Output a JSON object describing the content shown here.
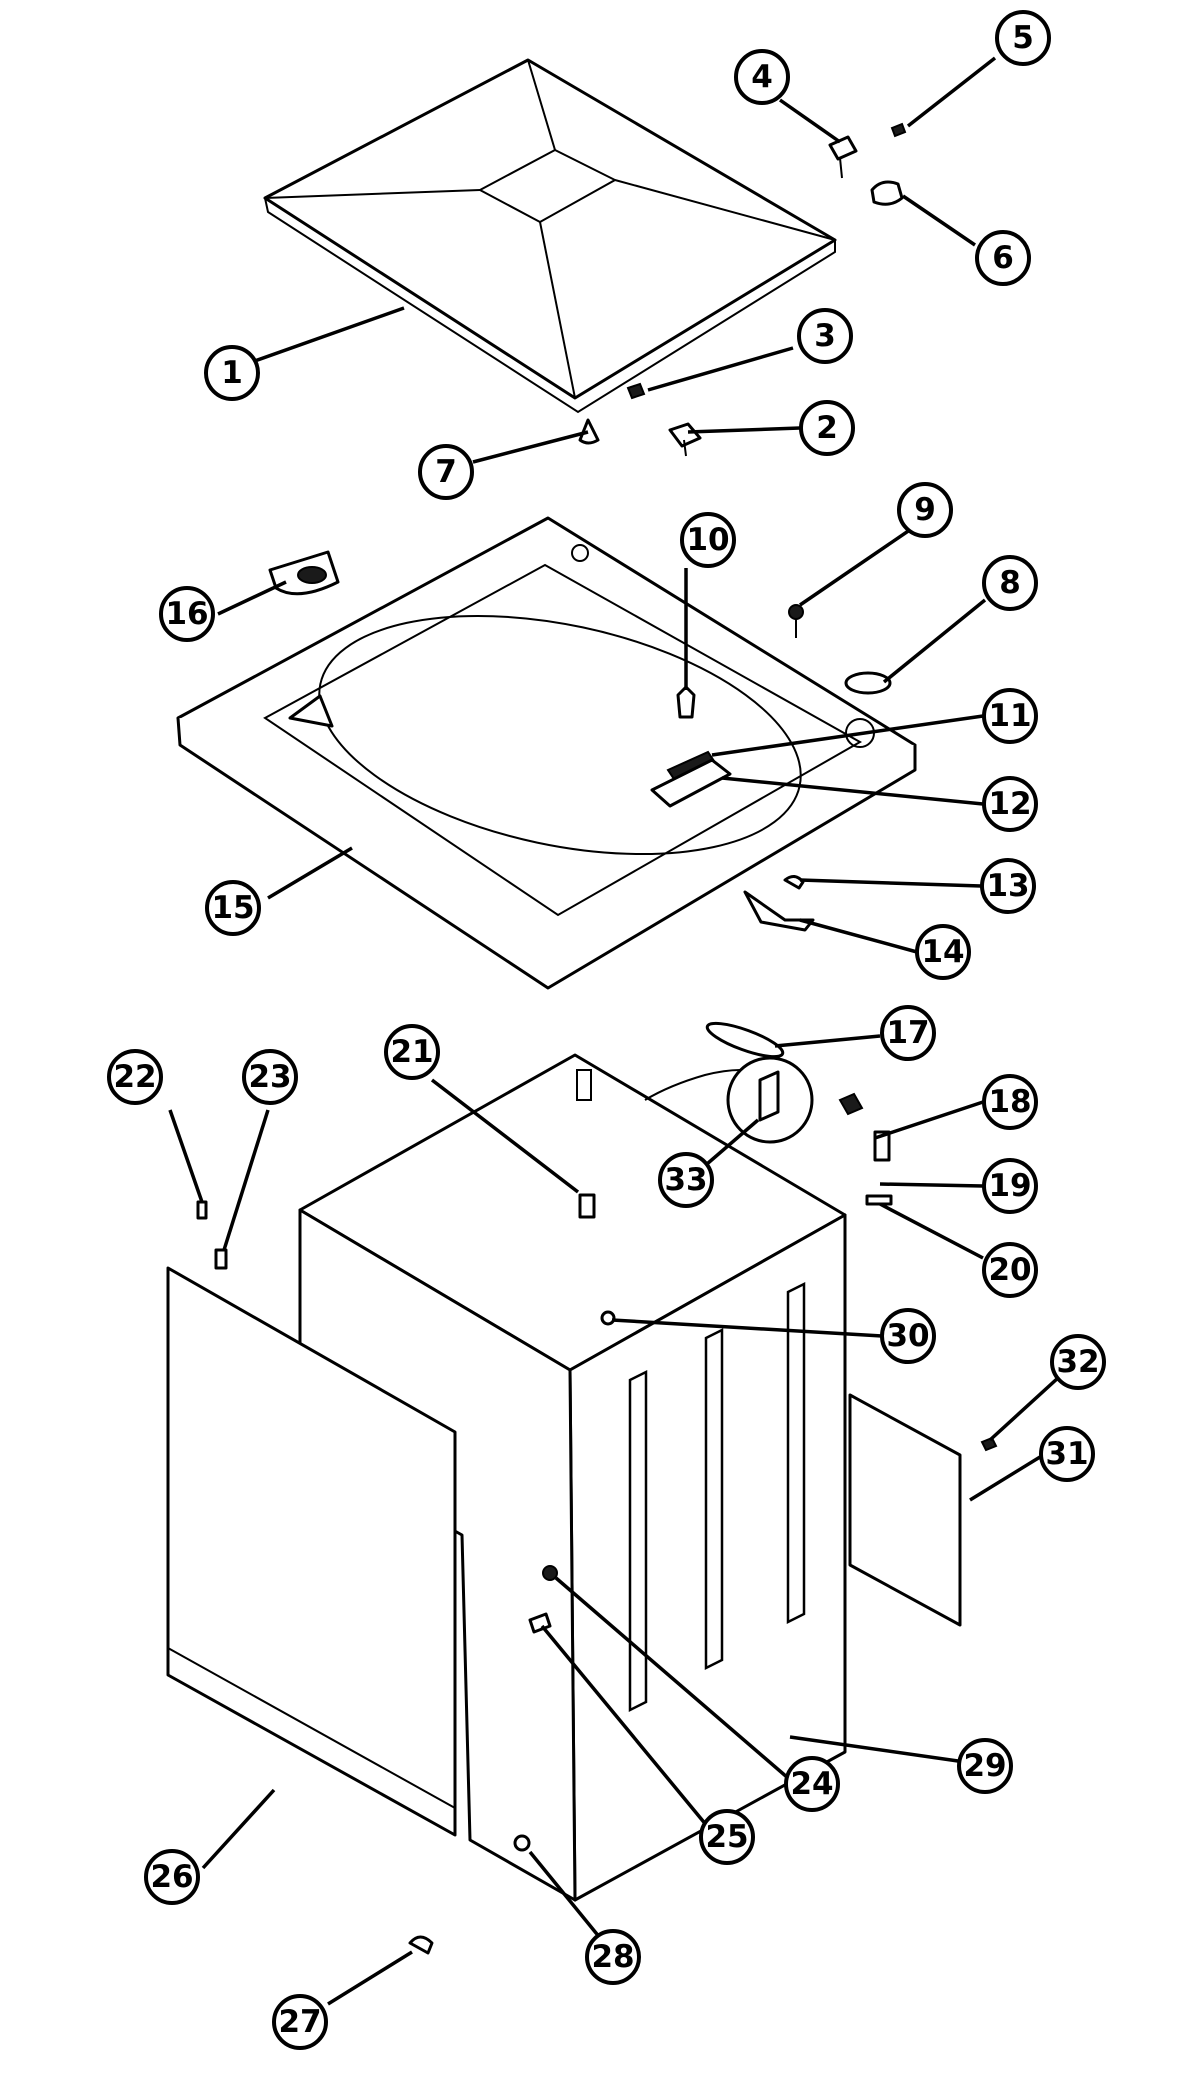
{
  "diagram": {
    "callouts": [
      {
        "id": "1",
        "label": "1"
      },
      {
        "id": "2",
        "label": "2"
      },
      {
        "id": "3",
        "label": "3"
      },
      {
        "id": "4",
        "label": "4"
      },
      {
        "id": "5",
        "label": "5"
      },
      {
        "id": "6",
        "label": "6"
      },
      {
        "id": "7",
        "label": "7"
      },
      {
        "id": "8",
        "label": "8"
      },
      {
        "id": "9",
        "label": "9"
      },
      {
        "id": "10",
        "label": "10"
      },
      {
        "id": "11",
        "label": "11"
      },
      {
        "id": "12",
        "label": "12"
      },
      {
        "id": "13",
        "label": "13"
      },
      {
        "id": "14",
        "label": "14"
      },
      {
        "id": "15",
        "label": "15"
      },
      {
        "id": "16",
        "label": "16"
      },
      {
        "id": "17",
        "label": "17"
      },
      {
        "id": "18",
        "label": "18"
      },
      {
        "id": "19",
        "label": "19"
      },
      {
        "id": "20",
        "label": "20"
      },
      {
        "id": "21",
        "label": "21"
      },
      {
        "id": "22",
        "label": "22"
      },
      {
        "id": "23",
        "label": "23"
      },
      {
        "id": "24",
        "label": "24"
      },
      {
        "id": "25",
        "label": "25"
      },
      {
        "id": "26",
        "label": "26"
      },
      {
        "id": "27",
        "label": "27"
      },
      {
        "id": "28",
        "label": "28"
      },
      {
        "id": "29",
        "label": "29"
      },
      {
        "id": "30",
        "label": "30"
      },
      {
        "id": "31",
        "label": "31"
      },
      {
        "id": "32",
        "label": "32"
      },
      {
        "id": "33",
        "label": "33"
      }
    ],
    "colors": {
      "line": "#000000",
      "background": "#ffffff"
    }
  }
}
